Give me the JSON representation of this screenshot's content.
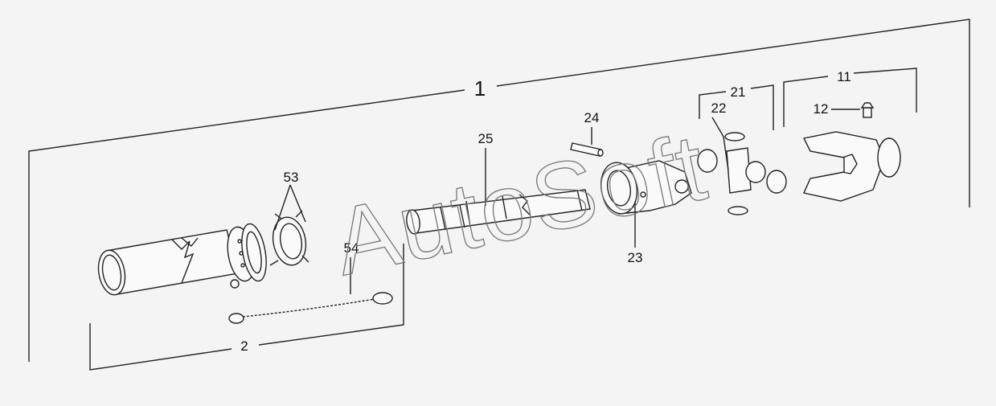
{
  "diagram": {
    "assembly_label": "1",
    "watermark": "AutoSoft",
    "callouts": [
      {
        "id": "2",
        "label": "2"
      },
      {
        "id": "11",
        "label": "11"
      },
      {
        "id": "12",
        "label": "12"
      },
      {
        "id": "21",
        "label": "21"
      },
      {
        "id": "22",
        "label": "22"
      },
      {
        "id": "23",
        "label": "23"
      },
      {
        "id": "24",
        "label": "24"
      },
      {
        "id": "25",
        "label": "25"
      },
      {
        "id": "53",
        "label": "53"
      },
      {
        "id": "54",
        "label": "54"
      }
    ]
  }
}
